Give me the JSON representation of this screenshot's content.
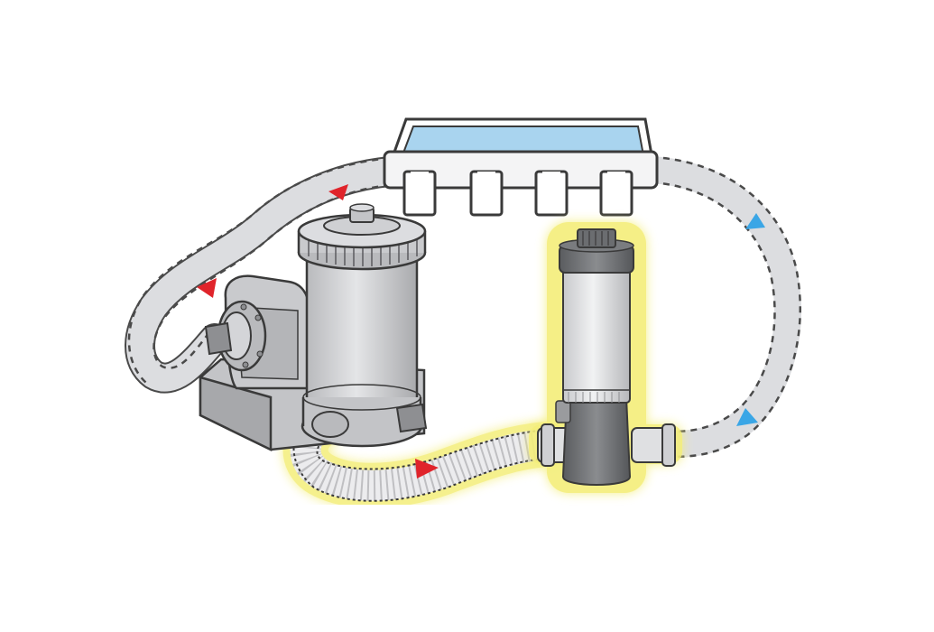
{
  "diagram": {
    "subject": "pool-chlorinator-circulation",
    "colors": {
      "background": "#ffffff",
      "hose_fill": "#dcdde0",
      "hose_dash": "#4a4a4a",
      "pool_water": "#a9d4ef",
      "pool_frame": "#3a3a3a",
      "pump_body": "#c9cacd",
      "pump_shadow": "#a7a8ab",
      "chlorinator_dark": "#6b6d70",
      "chlorinator_light": "#dfe0e2",
      "highlight_glow": "#f4ee7a",
      "flow_arrow_return": "#e0242b",
      "flow_arrow_out": "#3aa6e6"
    },
    "components": [
      "pool",
      "filter-pump",
      "chlorinator",
      "hoses"
    ],
    "flow_arrows": [
      {
        "segment": "pool-to-pump",
        "color": "red"
      },
      {
        "segment": "pool-to-pump",
        "color": "red"
      },
      {
        "segment": "pump-to-chlorinator",
        "color": "red"
      },
      {
        "segment": "chlorinator-to-pool",
        "color": "blue"
      },
      {
        "segment": "chlorinator-to-pool",
        "color": "blue"
      }
    ]
  }
}
